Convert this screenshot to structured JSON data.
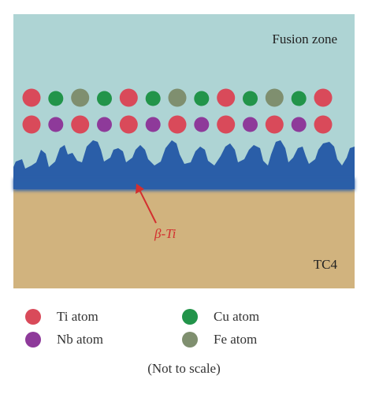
{
  "diagram": {
    "labels": {
      "fusion_zone": "Fusion zone",
      "substrate": "TC4",
      "phase": "β-Ti"
    },
    "colors": {
      "fusion_zone_bg": "#aed4d4",
      "substrate_bg": "#d1b37e",
      "phase_blue": "#2a5ea8",
      "arrow": "#d32f2f",
      "ti": "#d94a5a",
      "nb": "#8e3a9a",
      "cu": "#22944a",
      "fe": "#7f8f6f"
    },
    "atom_rows": [
      [
        "ti",
        "cu",
        "fe",
        "cu",
        "ti",
        "cu",
        "fe",
        "cu",
        "ti",
        "cu",
        "fe",
        "cu",
        "ti"
      ],
      [
        "ti",
        "nb",
        "ti",
        "nb",
        "ti",
        "nb",
        "ti",
        "nb",
        "ti",
        "nb",
        "ti",
        "nb",
        "ti"
      ]
    ]
  },
  "legend": {
    "items": [
      {
        "key": "ti",
        "label": "Ti atom"
      },
      {
        "key": "nb",
        "label": "Nb atom"
      },
      {
        "key": "cu",
        "label": "Cu atom"
      },
      {
        "key": "fe",
        "label": "Fe atom"
      }
    ]
  },
  "note": "(Not to scale)"
}
